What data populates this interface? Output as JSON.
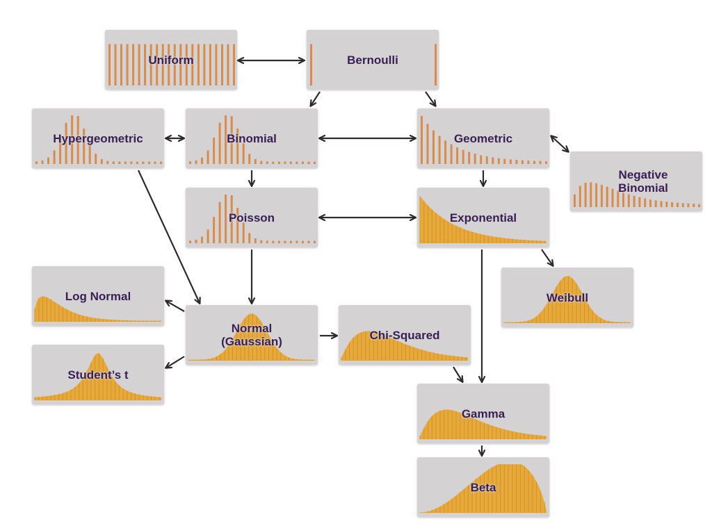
{
  "colors": {
    "box_background": "#d4d2d3",
    "label_text": "#3a1f55",
    "discrete_bars": "#d98b4a",
    "continuous_fill": "#e6a93a",
    "arrow": "#2b2b2b"
  },
  "nodes": {
    "uniform": {
      "label": "Uniform",
      "chart": "discrete-uniform"
    },
    "bernoulli": {
      "label": "Bernoulli",
      "chart": "discrete-two-point"
    },
    "hypergeo": {
      "label": "Hypergeometric",
      "chart": "discrete-bell"
    },
    "binomial": {
      "label": "Binomial",
      "chart": "discrete-bell"
    },
    "geometric": {
      "label": "Geometric",
      "chart": "discrete-decay"
    },
    "negbin": {
      "label": "Negative\nBinomial",
      "chart": "discrete-skewed"
    },
    "poisson": {
      "label": "Poisson",
      "chart": "discrete-bell"
    },
    "exponential": {
      "label": "Exponential",
      "chart": "continuous-decay"
    },
    "lognormal": {
      "label": "Log Normal",
      "chart": "continuous-lognormal"
    },
    "normal": {
      "label": "Normal\n(Gaussian)",
      "chart": "continuous-bell"
    },
    "chisquared": {
      "label": "Chi-Squared",
      "chart": "continuous-right-skew"
    },
    "weibull": {
      "label": "Weibull",
      "chart": "continuous-bell"
    },
    "studentt": {
      "label": "Student’s t",
      "chart": "continuous-bell-heavy"
    },
    "gamma": {
      "label": "Gamma",
      "chart": "continuous-right-skew"
    },
    "beta": {
      "label": "Beta",
      "chart": "continuous-left-skew"
    }
  },
  "edges": [
    {
      "from": "uniform",
      "to": "bernoulli",
      "direction": "both"
    },
    {
      "from": "bernoulli",
      "to": "binomial",
      "direction": "forward"
    },
    {
      "from": "bernoulli",
      "to": "geometric",
      "direction": "forward"
    },
    {
      "from": "hypergeo",
      "to": "binomial",
      "direction": "both"
    },
    {
      "from": "binomial",
      "to": "geometric",
      "direction": "both"
    },
    {
      "from": "geometric",
      "to": "negbin",
      "direction": "both"
    },
    {
      "from": "binomial",
      "to": "poisson",
      "direction": "forward"
    },
    {
      "from": "geometric",
      "to": "exponential",
      "direction": "forward"
    },
    {
      "from": "poisson",
      "to": "exponential",
      "direction": "both"
    },
    {
      "from": "hypergeo",
      "to": "normal",
      "direction": "forward"
    },
    {
      "from": "poisson",
      "to": "normal",
      "direction": "forward"
    },
    {
      "from": "exponential",
      "to": "weibull",
      "direction": "forward"
    },
    {
      "from": "exponential",
      "to": "gamma",
      "direction": "forward"
    },
    {
      "from": "normal",
      "to": "lognormal",
      "direction": "forward"
    },
    {
      "from": "normal",
      "to": "studentt",
      "direction": "forward"
    },
    {
      "from": "normal",
      "to": "chisquared",
      "direction": "forward"
    },
    {
      "from": "chisquared",
      "to": "gamma",
      "direction": "forward"
    },
    {
      "from": "gamma",
      "to": "beta",
      "direction": "forward"
    }
  ]
}
